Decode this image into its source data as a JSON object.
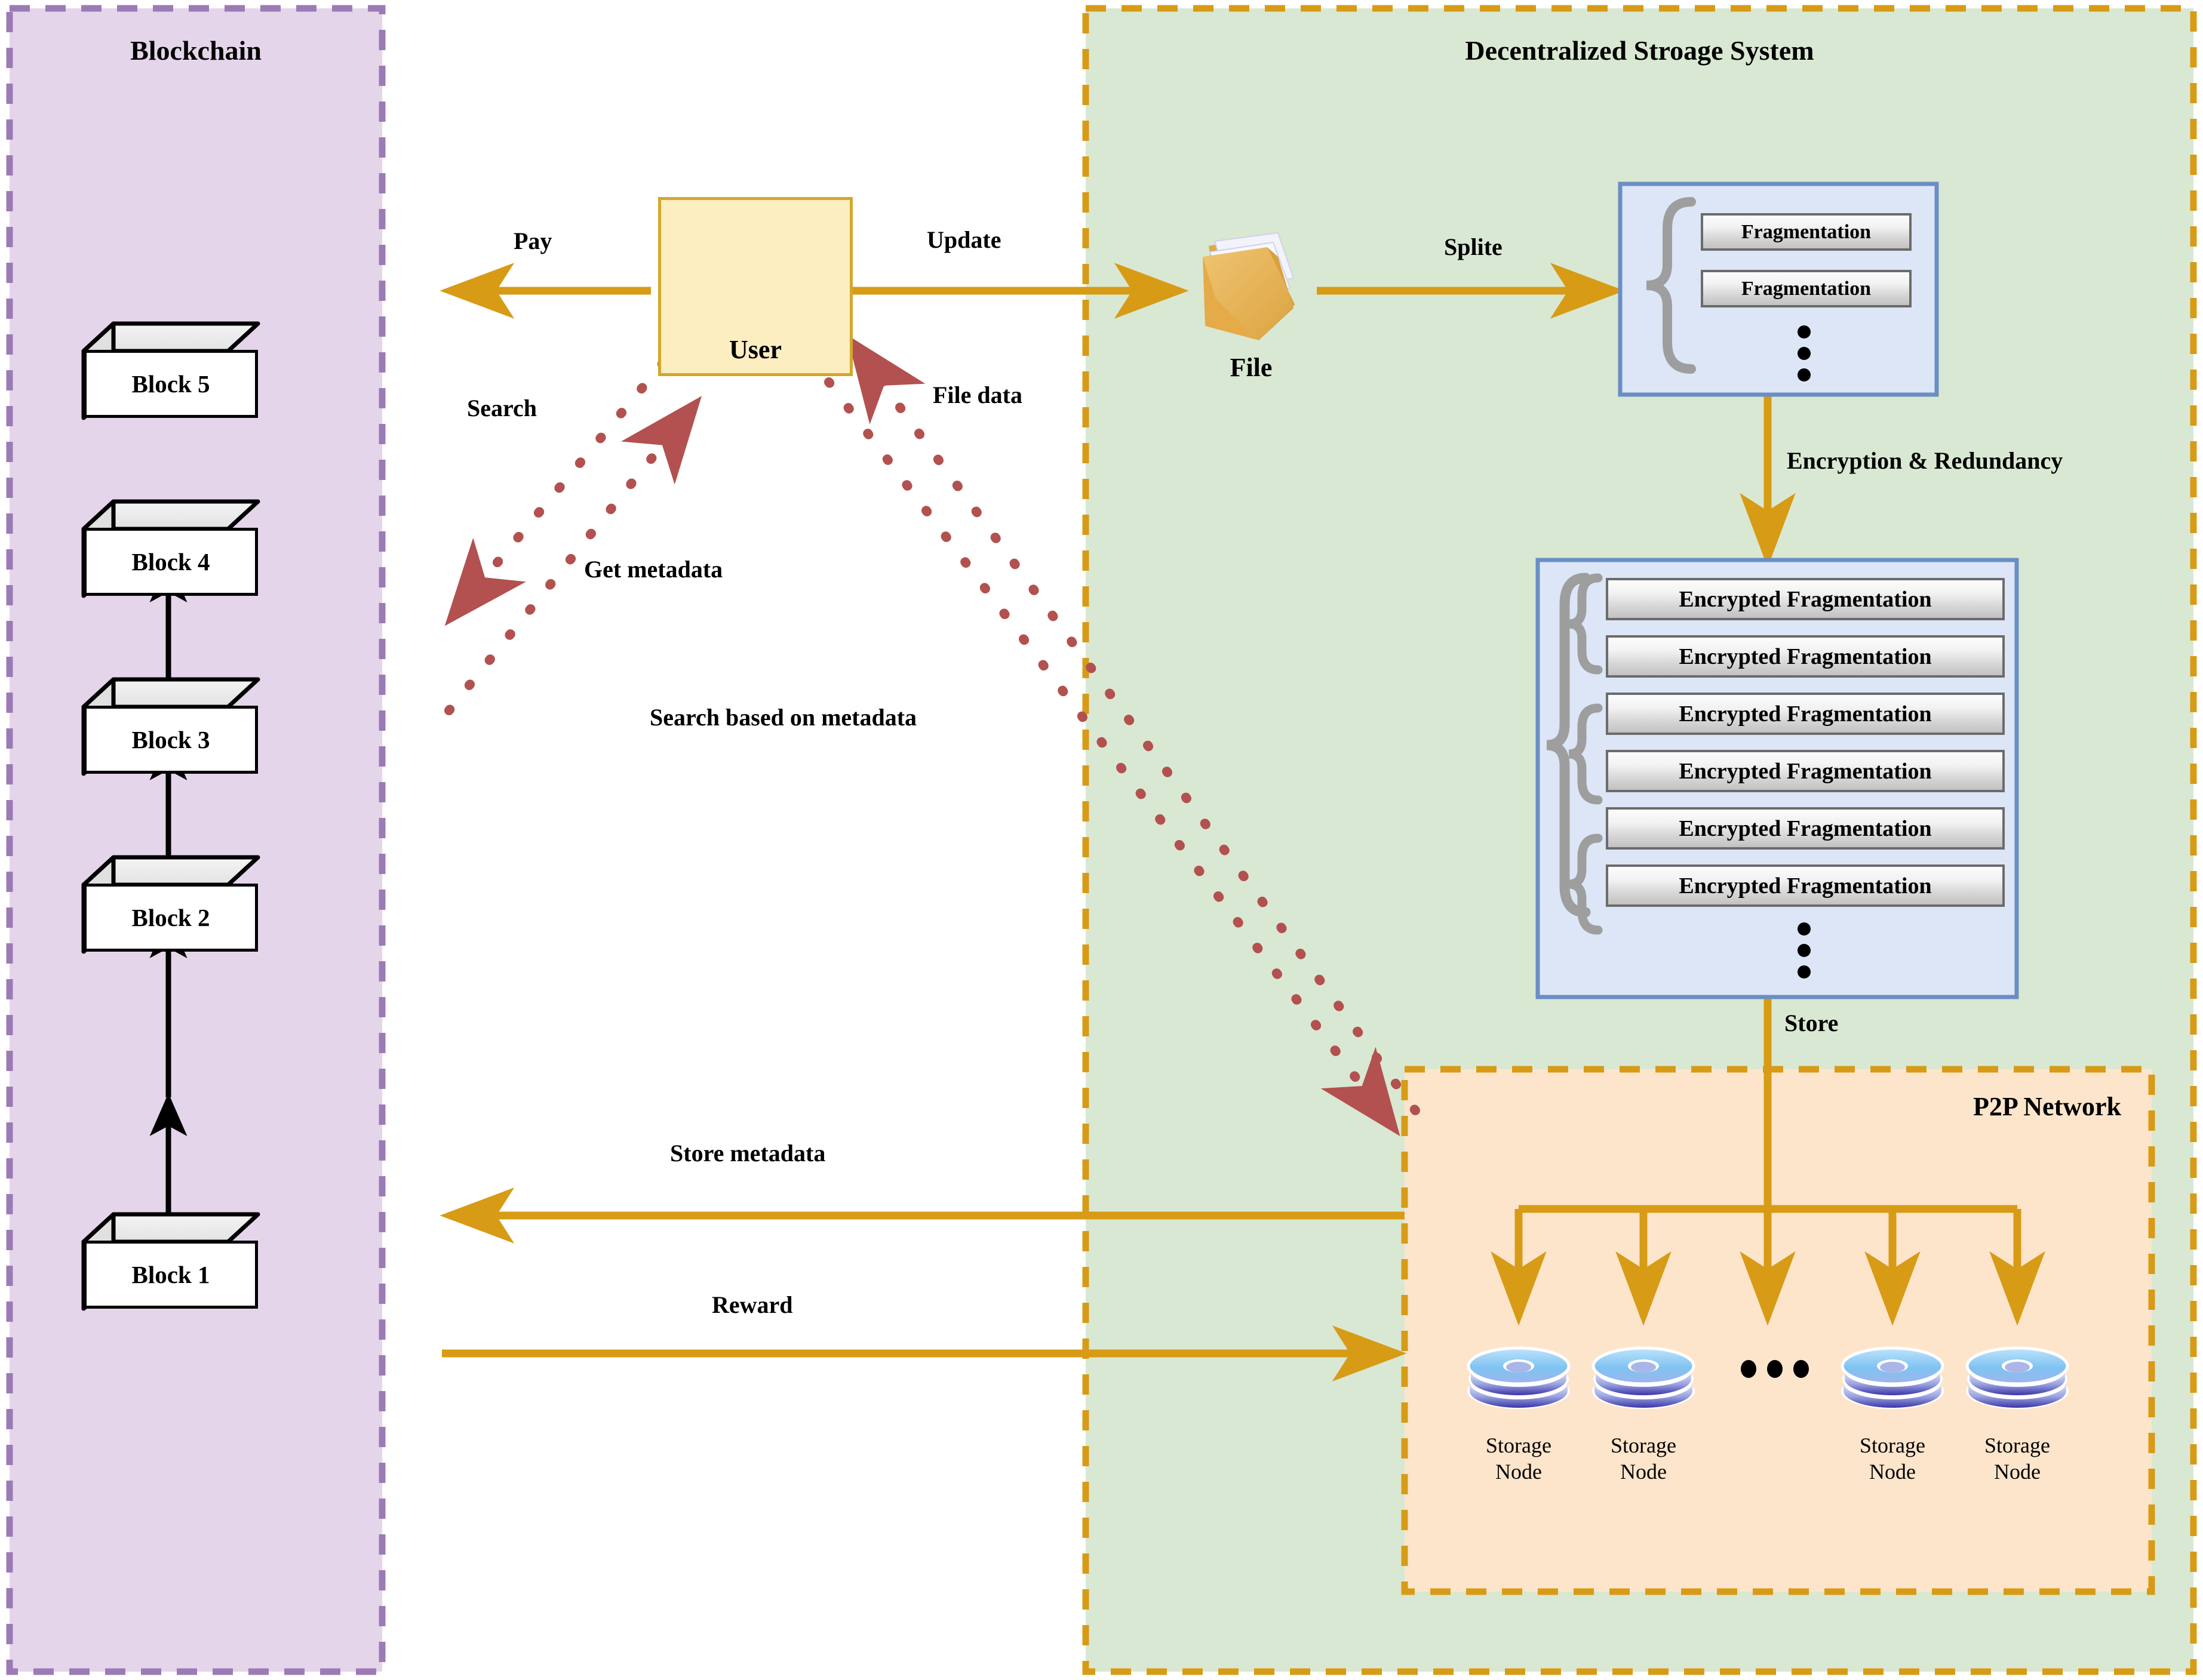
{
  "regions": {
    "blockchain": {
      "title": "Blockchain",
      "fill": "#e5d5ea",
      "border": "#9b7bb5"
    },
    "storage": {
      "title": "Decentralized Stroage System",
      "fill": "#d9e8d2",
      "border": "#d79b16"
    },
    "p2p": {
      "title": "P2P Network",
      "fill": "#fde5cc",
      "border": "#d79b16"
    }
  },
  "blockchain": {
    "blocks": [
      {
        "label": "Block 5"
      },
      {
        "label": "Block 4"
      },
      {
        "label": "Block 3"
      },
      {
        "label": "Block 2"
      },
      {
        "label": "Block 1"
      }
    ]
  },
  "user": {
    "caption": "User",
    "icon": "users-photos-icon"
  },
  "file": {
    "caption": "File",
    "icon": "file-folder-icon"
  },
  "fragmentation_box": {
    "items": [
      "Fragmentation",
      "Fragmentation"
    ],
    "ellipsis": "vertical-dots"
  },
  "encrypted_box": {
    "items": [
      "Encrypted Fragmentation",
      "Encrypted Fragmentation",
      "Encrypted Fragmentation",
      "Encrypted Fragmentation",
      "Encrypted Fragmentation",
      "Encrypted Fragmentation"
    ],
    "ellipsis": "vertical-dots"
  },
  "storage_nodes": [
    {
      "label_line1": "Storage",
      "label_line2": "Node"
    },
    {
      "label_line1": "Storage",
      "label_line2": "Node"
    },
    {
      "label_line1": "Storage",
      "label_line2": "Node"
    },
    {
      "label_line1": "Storage",
      "label_line2": "Node"
    }
  ],
  "node_ellipsis": "horizontal-dots",
  "edges": {
    "pay": "Pay",
    "update": "Update",
    "splite": "Splite",
    "search": "Search",
    "file_data": "File data",
    "get_metadata": "Get metadata",
    "search_based_on_metadata": "Search based on metadata",
    "encryption_redundancy": "Encryption & Redundancy",
    "store": "Store",
    "store_metadata": "Store metadata",
    "reward": "Reward"
  },
  "colors": {
    "arrow_gold": "#d79b16",
    "arrow_dotted_red": "#b2514f",
    "block_stroke": "#000000",
    "frag_box_fill": "#dce6f7",
    "frag_box_border": "#6a8ec4",
    "user_fill": "#fdeec1",
    "user_border": "#d4a72c"
  }
}
